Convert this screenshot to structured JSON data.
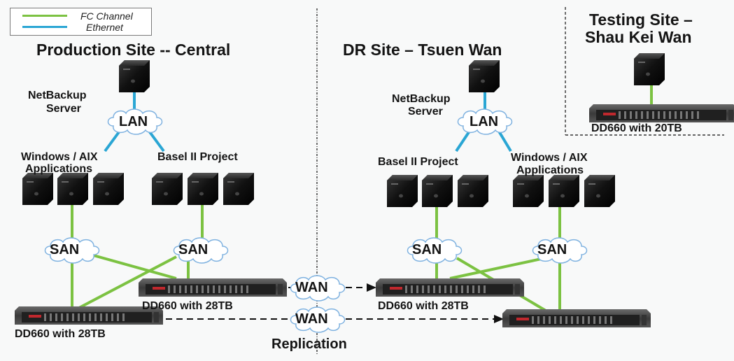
{
  "legend": {
    "items": [
      {
        "label": "FC Channel",
        "color": "#7cc242"
      },
      {
        "label": "Ethernet",
        "color": "#2aa6d4"
      }
    ]
  },
  "colors": {
    "fc": "#7cc242",
    "ethernet": "#2aa6d4",
    "cloud_stroke": "#7fb2e0",
    "divider": "#333333"
  },
  "sites": {
    "production": {
      "title": "Production Site -- Central",
      "netbackup_label_1": "NetBackup",
      "netbackup_label_2": "Server",
      "lan": "LAN",
      "group_a_1": "Windows / AIX",
      "group_a_2": "Applications",
      "group_b": "Basel II Project",
      "san_a": "SAN",
      "san_b": "SAN",
      "dd_a": "DD660 with 28TB",
      "dd_b": "DD660 with 28TB"
    },
    "dr": {
      "title": "DR Site – Tsuen Wan",
      "netbackup_label_1": "NetBackup",
      "netbackup_label_2": "Server",
      "lan": "LAN",
      "group_a": "Basel II Project",
      "group_b_1": "Windows / AIX",
      "group_b_2": "Applications",
      "san_a": "SAN",
      "san_b": "SAN",
      "dd_a": "DD660 with 28TB"
    },
    "testing": {
      "title_1": "Testing Site –",
      "title_2": "Shau Kei Wan",
      "dd": "DD660 with 20TB"
    }
  },
  "replication": {
    "wan_1": "WAN",
    "wan_2": "WAN",
    "label": "Replication"
  }
}
